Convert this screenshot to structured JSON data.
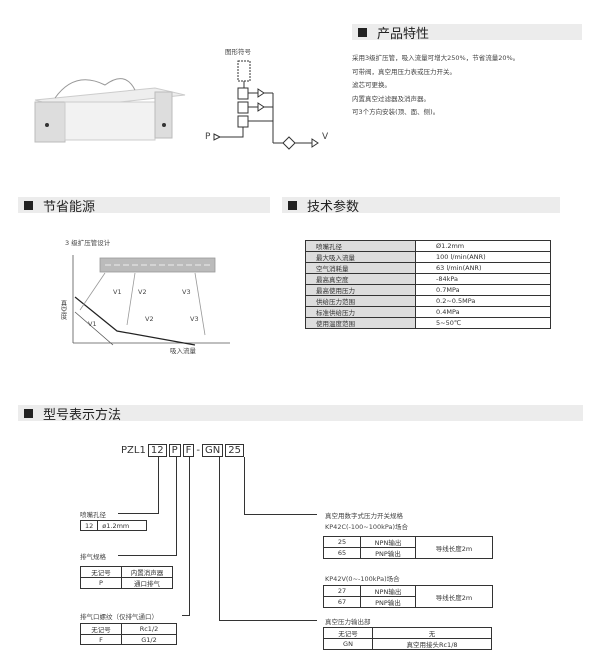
{
  "features": {
    "title": "产品特性",
    "items": [
      "采用3级扩压管，吸入流量可增大250%，节省流量20%。",
      "可带阀，真空用压力表或压力开关。",
      "滤芯可更换。",
      "内置真空过滤器及消声器。",
      "可3个方向安装(顶、面、侧)。"
    ]
  },
  "symbol": {
    "title": "图形符号",
    "p": "P",
    "v": "V"
  },
  "energy": {
    "title": "节省能源",
    "caption": "3 级扩压管设计",
    "v1": "V1",
    "v2": "V2",
    "v3": "V3",
    "xlabel": "吸入流量",
    "ylabel": "真空度"
  },
  "spec": {
    "title": "技术参数",
    "rows": [
      [
        "喷嘴孔径",
        "Ø1.2mm"
      ],
      [
        "最大吸入流量",
        "100 l/min(ANR)"
      ],
      [
        "空气消耗量",
        "63 l/min(ANR)"
      ],
      [
        "最高真空度",
        "-84kPa"
      ],
      [
        "最高使用压力",
        "0.7MPa"
      ],
      [
        "供给压力范围",
        "0.2~0.5MPa"
      ],
      [
        "标准供给压力",
        "0.4MPa"
      ],
      [
        "使用温度范围",
        "5~50℃"
      ]
    ]
  },
  "model": {
    "title": "型号表示方法",
    "prefix": "PZL1",
    "parts": [
      "12",
      "P",
      "F",
      "-",
      "GN",
      "25"
    ],
    "nozzle": {
      "label": "喷嘴孔径",
      "rows": [
        [
          "12",
          "ø1.2mm"
        ]
      ]
    },
    "exhaust": {
      "label": "排气规格",
      "rows": [
        [
          "无记号",
          "内置消声器"
        ],
        [
          "P",
          "通口排气"
        ]
      ]
    },
    "thread": {
      "label": "排气口螺纹（仅排气通口）",
      "rows": [
        [
          "无记号",
          "Rc1/2"
        ],
        [
          "F",
          "G1/2"
        ]
      ]
    },
    "switch": {
      "label": "真空用数字式压力开关规格",
      "kp42c": "KP42C(-100~100kPa)场合",
      "kp42c_rows": [
        [
          "25",
          "NPN输出"
        ],
        [
          "65",
          "PNP输出"
        ]
      ],
      "kp42v": "KP42V(0~-100kPa)场合",
      "kp42v_rows": [
        [
          "27",
          "NPN输出"
        ],
        [
          "67",
          "PNP输出"
        ]
      ],
      "wire": "导线长度2m"
    },
    "output": {
      "label": "真空压力输出部",
      "rows": [
        [
          "无记号",
          "无"
        ],
        [
          "GN",
          "真空用接头Rc1/8"
        ]
      ]
    }
  }
}
